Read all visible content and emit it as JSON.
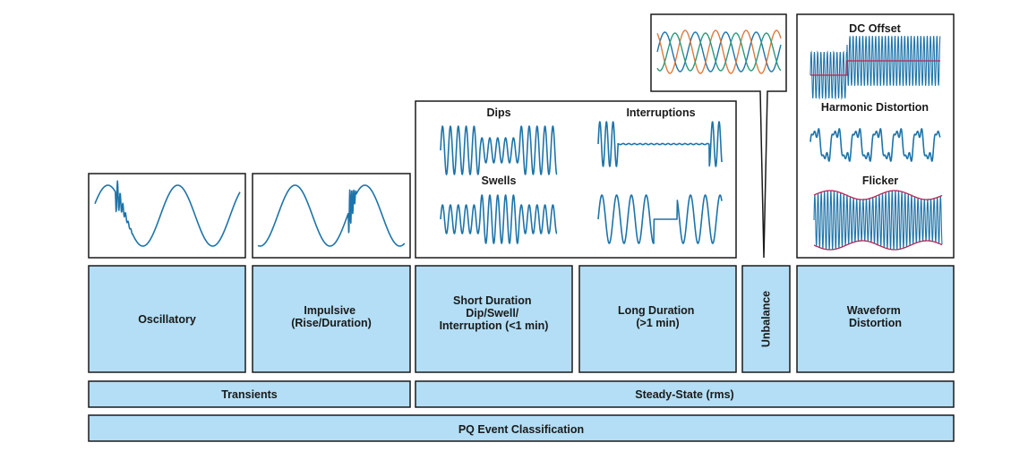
{
  "classification": {
    "root": "PQ Event Classification",
    "groups": {
      "transients": "Transients",
      "steady_state": "Steady-State (rms)"
    },
    "categories": {
      "oscillatory": [
        "Oscillatory"
      ],
      "impulsive": [
        "Impulsive",
        "(Rise/Duration)"
      ],
      "short_duration": [
        "Short Duration",
        "Dip/Swell/",
        "Interruption (<1 min)"
      ],
      "long_duration": [
        "Long Duration",
        "(>1 min)"
      ],
      "unbalance": "Unbalance",
      "waveform_distortion": [
        "Waveform",
        "Distortion"
      ]
    }
  },
  "waveform_labels": {
    "dips": "Dips",
    "interruptions": "Interruptions",
    "swells": "Swells",
    "dc_offset": "DC Offset",
    "harmonic_distortion": "Harmonic Distortion",
    "flicker": "Flicker"
  },
  "colors": {
    "box_fill": "#b3def5",
    "wave": "#1d74aa",
    "phase_a": "#1d74aa",
    "phase_b": "#e07a3c",
    "phase_c": "#2a9a7a",
    "envelope": "#b52755"
  }
}
